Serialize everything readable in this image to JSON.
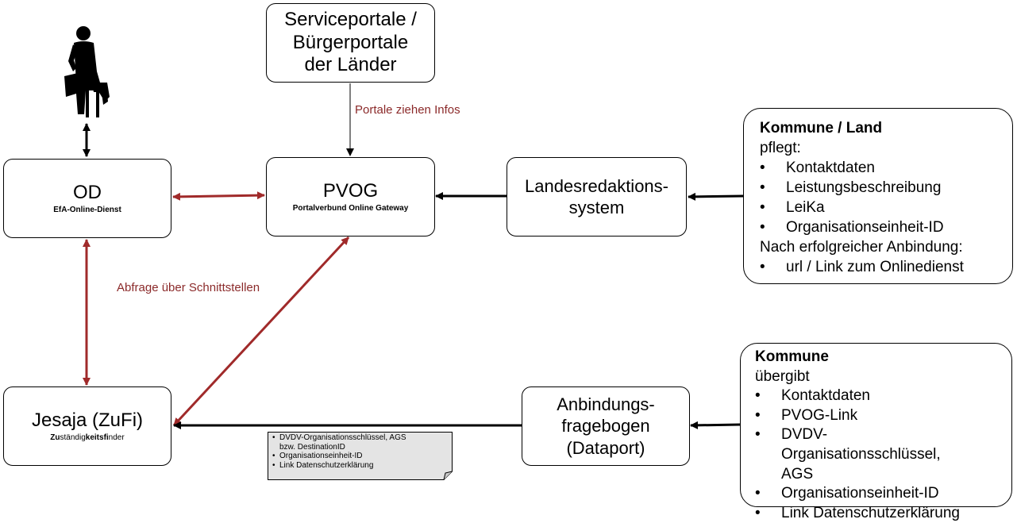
{
  "nodes": {
    "serviceportale": {
      "lines": [
        "Serviceportale /",
        "Bürgerportale",
        "der Länder"
      ]
    },
    "od": {
      "title": "OD",
      "subtitle": "EfA-Online-Dienst"
    },
    "pvog": {
      "title": "PVOG",
      "subtitle": "Portalverbund Online Gateway"
    },
    "landesredaktion": {
      "lines": [
        "Landesredaktions-",
        "system"
      ]
    },
    "jesaja": {
      "title": "Jesaja (ZuFi)",
      "subtitle_bold_1": "Zu",
      "subtitle_plain_1": "ständig",
      "subtitle_bold_2": "keits",
      "subtitle_bold_3": "fi",
      "subtitle_plain_2": "nder"
    },
    "anbindung": {
      "lines": [
        "Anbindungs-",
        "fragebogen",
        "(Dataport)"
      ]
    }
  },
  "edge_labels": {
    "portale_ziehen": "Portale ziehen Infos",
    "abfrage": "Abfrage über Schnittstellen"
  },
  "kommune_land": {
    "heading": "Kommune / Land",
    "intro": "pflegt:",
    "items": [
      "Kontaktdaten",
      "Leistungsbeschreibung",
      "LeiKa",
      "Organisationseinheit-ID"
    ],
    "after": "Nach erfolgreicher Anbindung:",
    "items2": [
      "url / Link zum Onlinedienst"
    ]
  },
  "kommune": {
    "heading": "Kommune",
    "intro": "übergibt",
    "items": [
      "Kontaktdaten",
      "PVOG-Link",
      "DVDV-Organisationsschlüssel, AGS",
      "Organisationseinheit-ID",
      "Link Datenschutzerklärung"
    ]
  },
  "note": {
    "items": [
      "DVDV-Organisationsschlüssel, AGS",
      "bzw. DestinationID",
      "Organisationseinheit-ID",
      "Link Datenschutzerklärung"
    ]
  },
  "colors": {
    "red": "#a02a2a",
    "black": "#000000"
  },
  "icons": {
    "user": "seated-person-icon"
  }
}
